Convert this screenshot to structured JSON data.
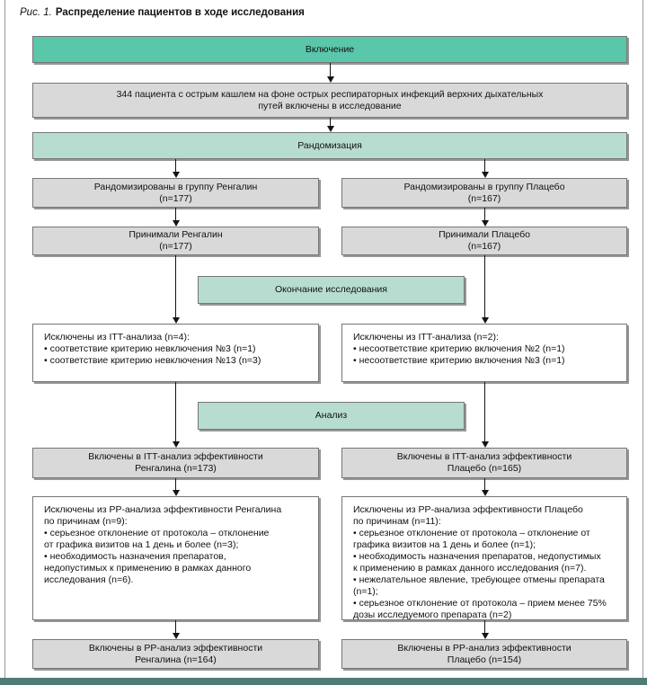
{
  "caption": {
    "prefix": "Рис. 1.",
    "title": "Распределение пациентов в ходе исследования"
  },
  "stages": {
    "inclusion": "Включение",
    "randomization": "Рандомизация",
    "study_end": "Окончание исследования",
    "analysis": "Анализ"
  },
  "boxes": {
    "enrolled": "344 пациента с острым кашлем на фоне острых респираторных инфекций верхних дыхательных\nпутей включены в исследование",
    "randomized_rengalin": "Рандомизированы в группу Ренгалин\n(n=177)",
    "randomized_placebo": "Рандомизированы в группу Плацебо\n(n=167)",
    "received_rengalin": "Принимали Ренгалин\n(n=177)",
    "received_placebo": "Принимали Плацебо\n(n=167)",
    "itt_excluded_rengalin": "Исключены из ITT-анализа (n=4):\n• соответствие критерию невключения №3 (n=1)\n• соответствие критерию невключения №13 (n=3)",
    "itt_excluded_placebo": "Исключены из ITT-анализа (n=2):\n• несоответствие критерию включения №2 (n=1)\n• несоответствие критерию включения №3 (n=1)",
    "itt_included_rengalin": "Включены в ITT-анализ эффективности\nРенгалина (n=173)",
    "itt_included_placebo": "Включены в ITT-анализ эффективности\nПлацебо (n=165)",
    "pp_excluded_rengalin": "Исключены из PP-анализа эффективности Ренгалина\nпо причинам (n=9):\n• серьезное отклонение от протокола – отклонение\nот графика визитов на 1 день и более (n=3);\n• необходимость назначения препаратов,\nнедопустимых к применению в рамках данного\nисследования (n=6).",
    "pp_excluded_placebo": "Исключены из PP-анализа эффективности Плацебо\nпо причинам (n=11):\n• серьезное отклонение от протокола – отклонение от\nграфика визитов на 1 день и более (n=1);\n• необходимость назначения препаратов, недопустимых\nк применению в рамках данного исследования (n=7).\n• нежелательное явление, требующее отмены препарата\n(n=1);\n• серьезное отклонение от протокола – прием менее 75%\nдозы исследуемого препарата  (n=2)",
    "pp_included_rengalin": "Включены в PP-анализ эффективности\nРенгалина (n=164)",
    "pp_included_placebo": "Включены в PP-анализ эффективности\nПлацебо (n=154)"
  },
  "colors": {
    "stage_teal": "#5ac6aa",
    "stage_mint": "#b7ddd0",
    "node_gray": "#d9d9d9",
    "footer_band": "#517c76"
  }
}
